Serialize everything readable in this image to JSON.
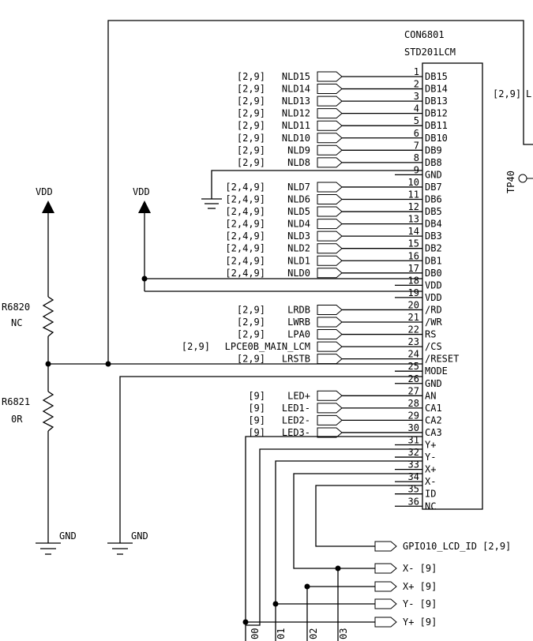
{
  "connector": {
    "refdes": "CON6801",
    "part": "STD201LCM",
    "pins": [
      {
        "num": "1",
        "name": "DB15",
        "net": "NLD15",
        "ref": "[2,9]"
      },
      {
        "num": "2",
        "name": "DB14",
        "net": "NLD14",
        "ref": "[2,9]"
      },
      {
        "num": "3",
        "name": "DB13",
        "net": "NLD13",
        "ref": "[2,9]"
      },
      {
        "num": "4",
        "name": "DB12",
        "net": "NLD12",
        "ref": "[2,9]"
      },
      {
        "num": "5",
        "name": "DB11",
        "net": "NLD11",
        "ref": "[2,9]"
      },
      {
        "num": "6",
        "name": "DB10",
        "net": "NLD10",
        "ref": "[2,9]"
      },
      {
        "num": "7",
        "name": "DB9",
        "net": "NLD9",
        "ref": "[2,9]"
      },
      {
        "num": "8",
        "name": "DB8",
        "net": "NLD8",
        "ref": "[2,9]"
      },
      {
        "num": "9",
        "name": "GND",
        "net": "",
        "ref": ""
      },
      {
        "num": "10",
        "name": "DB7",
        "net": "NLD7",
        "ref": "[2,4,9]"
      },
      {
        "num": "11",
        "name": "DB6",
        "net": "NLD6",
        "ref": "[2,4,9]"
      },
      {
        "num": "12",
        "name": "DB5",
        "net": "NLD5",
        "ref": "[2,4,9]"
      },
      {
        "num": "13",
        "name": "DB4",
        "net": "NLD4",
        "ref": "[2,4,9]"
      },
      {
        "num": "14",
        "name": "DB3",
        "net": "NLD3",
        "ref": "[2,4,9]"
      },
      {
        "num": "15",
        "name": "DB2",
        "net": "NLD2",
        "ref": "[2,4,9]"
      },
      {
        "num": "16",
        "name": "DB1",
        "net": "NLD1",
        "ref": "[2,4,9]"
      },
      {
        "num": "17",
        "name": "DB0",
        "net": "NLD0",
        "ref": "[2,4,9]"
      },
      {
        "num": "18",
        "name": "VDD",
        "net": "",
        "ref": ""
      },
      {
        "num": "19",
        "name": "VDD",
        "net": "",
        "ref": ""
      },
      {
        "num": "20",
        "name": "/RD",
        "net": "LRDB",
        "ref": "[2,9]"
      },
      {
        "num": "21",
        "name": "/WR",
        "net": "LWRB",
        "ref": "[2,9]"
      },
      {
        "num": "22",
        "name": "RS",
        "net": "LPA0",
        "ref": "[2,9]"
      },
      {
        "num": "23",
        "name": "/CS",
        "net": "LPCE0B_MAIN_LCM",
        "ref": "[2,9]"
      },
      {
        "num": "24",
        "name": "/RESET",
        "net": "LRSTB",
        "ref": "[2,9]"
      },
      {
        "num": "25",
        "name": "MODE",
        "net": "",
        "ref": ""
      },
      {
        "num": "26",
        "name": "GND",
        "net": "",
        "ref": ""
      },
      {
        "num": "27",
        "name": "AN",
        "net": "LED+",
        "ref": "[9]"
      },
      {
        "num": "28",
        "name": "CA1",
        "net": "LED1-",
        "ref": "[9]"
      },
      {
        "num": "29",
        "name": "CA2",
        "net": "LED2-",
        "ref": "[9]"
      },
      {
        "num": "30",
        "name": "CA3",
        "net": "LED3-",
        "ref": "[9]"
      },
      {
        "num": "31",
        "name": "Y+",
        "net": "",
        "ref": ""
      },
      {
        "num": "32",
        "name": "Y-",
        "net": "",
        "ref": ""
      },
      {
        "num": "33",
        "name": "X+",
        "net": "",
        "ref": ""
      },
      {
        "num": "34",
        "name": "X-",
        "net": "",
        "ref": ""
      },
      {
        "num": "35",
        "name": "ID",
        "net": "",
        "ref": ""
      },
      {
        "num": "36",
        "name": "NC",
        "net": "",
        "ref": ""
      }
    ]
  },
  "power": {
    "vdd_left": "VDD",
    "vdd_mid": "VDD",
    "gnd_left": "GND",
    "gnd_mid": "GND"
  },
  "resistors": {
    "r1_ref": "R6820",
    "r1_value": "NC",
    "r2_ref": "R6821",
    "r2_value": "0R"
  },
  "bottom_ports": [
    {
      "label": "GPIO10_LCD_ID [2,9]"
    },
    {
      "label": "X- [9]"
    },
    {
      "label": "X+ [9]"
    },
    {
      "label": "Y- [9]"
    },
    {
      "label": "Y+ [9]"
    }
  ],
  "bottom_labels": [
    "00",
    "01",
    "02",
    "03"
  ],
  "right_edge": {
    "ref_label": "[2,9]",
    "ref_cut": "L",
    "testpoint": "TP40"
  }
}
